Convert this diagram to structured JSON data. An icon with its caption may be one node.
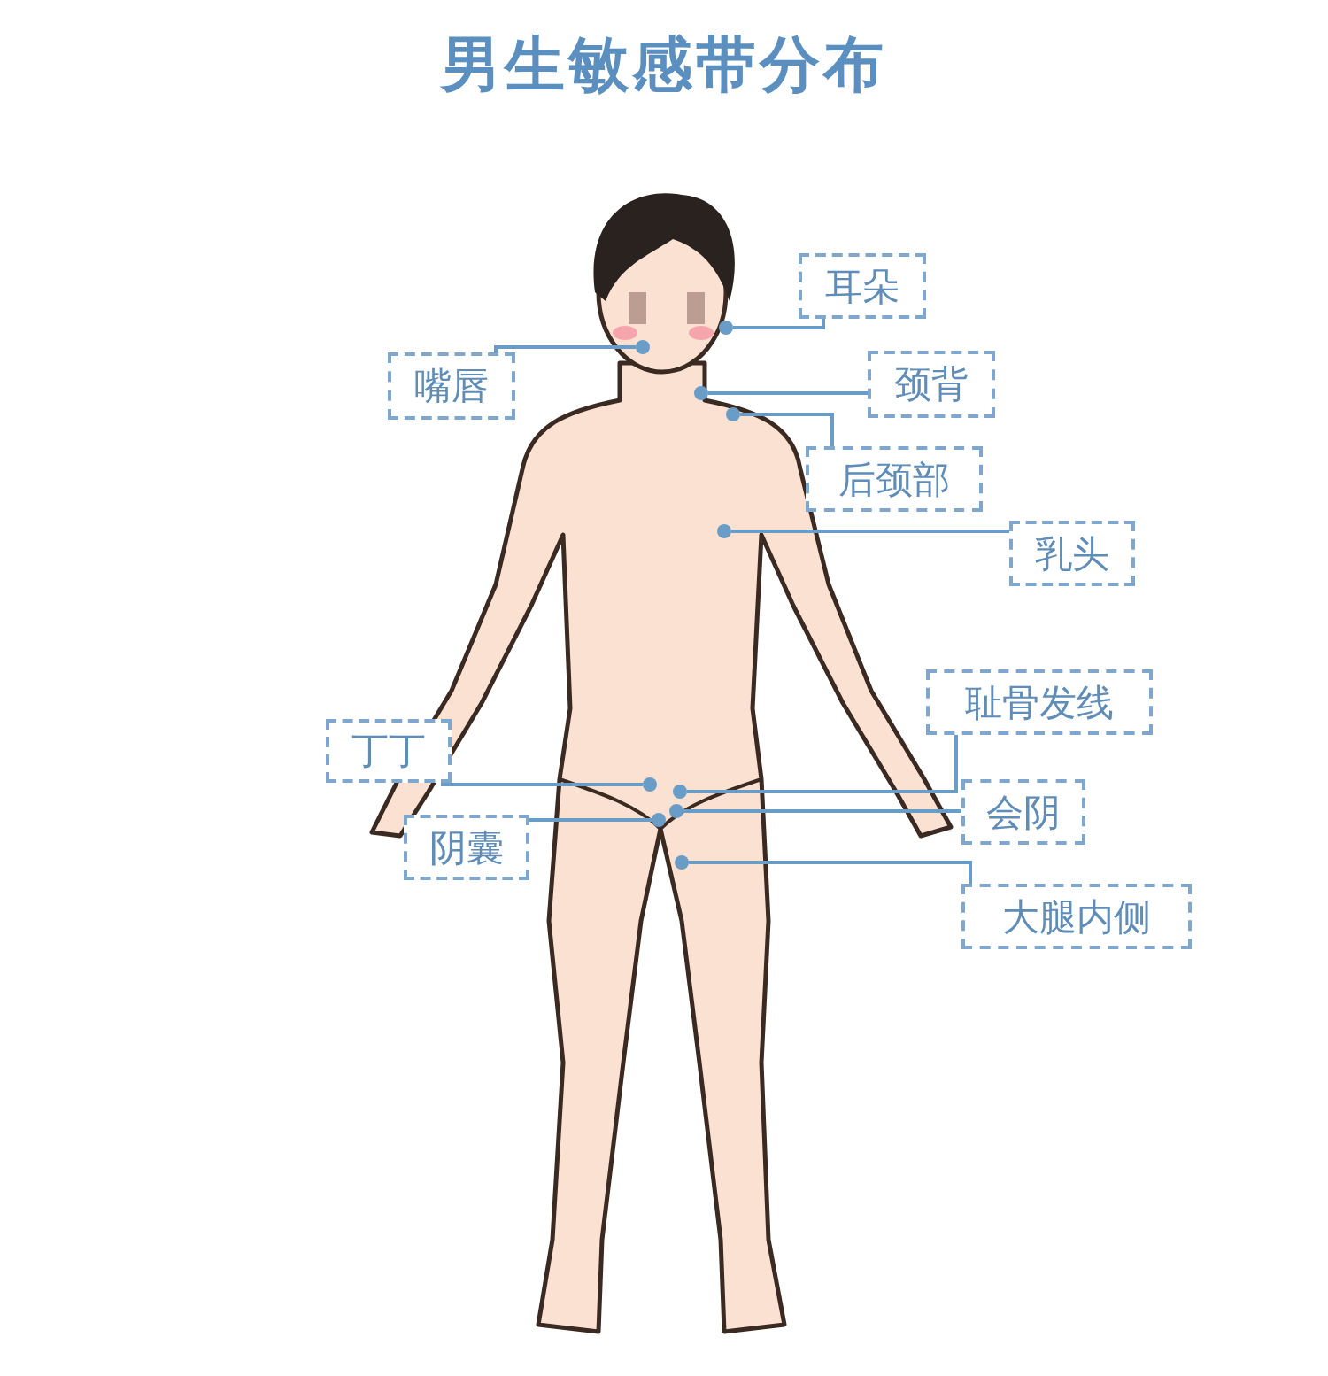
{
  "diagram": {
    "title": "男生敏感带分布",
    "nodes": [
      {
        "text": [
          "耳朵"
        ]
      },
      {
        "text": [
          "嘴唇"
        ]
      },
      {
        "text": [
          "颈背"
        ]
      },
      {
        "text": [
          "后颈部"
        ]
      },
      {
        "text": [
          "乳头"
        ]
      },
      {
        "text": [
          "耻骨发线"
        ]
      },
      {
        "text": [
          "丁丁"
        ]
      },
      {
        "text": [
          "会阴"
        ]
      },
      {
        "text": [
          "阴囊"
        ]
      },
      {
        "text": [
          "大腿内侧"
        ]
      },
      {
        "text": [],
        "shape": "circle"
      },
      {
        "text": [],
        "shape": "circle"
      },
      {
        "text": [],
        "shape": "circle"
      },
      {
        "text": [],
        "shape": "circle"
      },
      {
        "text": [],
        "shape": "circle"
      },
      {
        "text": [],
        "shape": "circle"
      },
      {
        "text": [],
        "shape": "circle"
      },
      {
        "text": [],
        "shape": "circle"
      },
      {
        "text": [],
        "shape": "circle"
      },
      {
        "text": [],
        "shape": "circle"
      }
    ],
    "edges": [
      {
        "from": 0,
        "to": 10,
        "arrow": "none"
      },
      {
        "from": 1,
        "to": 11,
        "arrow": "none"
      },
      {
        "from": 2,
        "to": 12,
        "arrow": "none"
      },
      {
        "from": 3,
        "to": 13,
        "arrow": "none"
      },
      {
        "from": 4,
        "to": 14,
        "arrow": "none"
      },
      {
        "from": 5,
        "to": 15,
        "arrow": "none"
      },
      {
        "from": 6,
        "to": 16,
        "arrow": "none"
      },
      {
        "from": 7,
        "to": 17,
        "arrow": "none"
      },
      {
        "from": 8,
        "to": 18,
        "arrow": "none"
      },
      {
        "from": 9,
        "to": 19,
        "arrow": "none"
      }
    ]
  }
}
